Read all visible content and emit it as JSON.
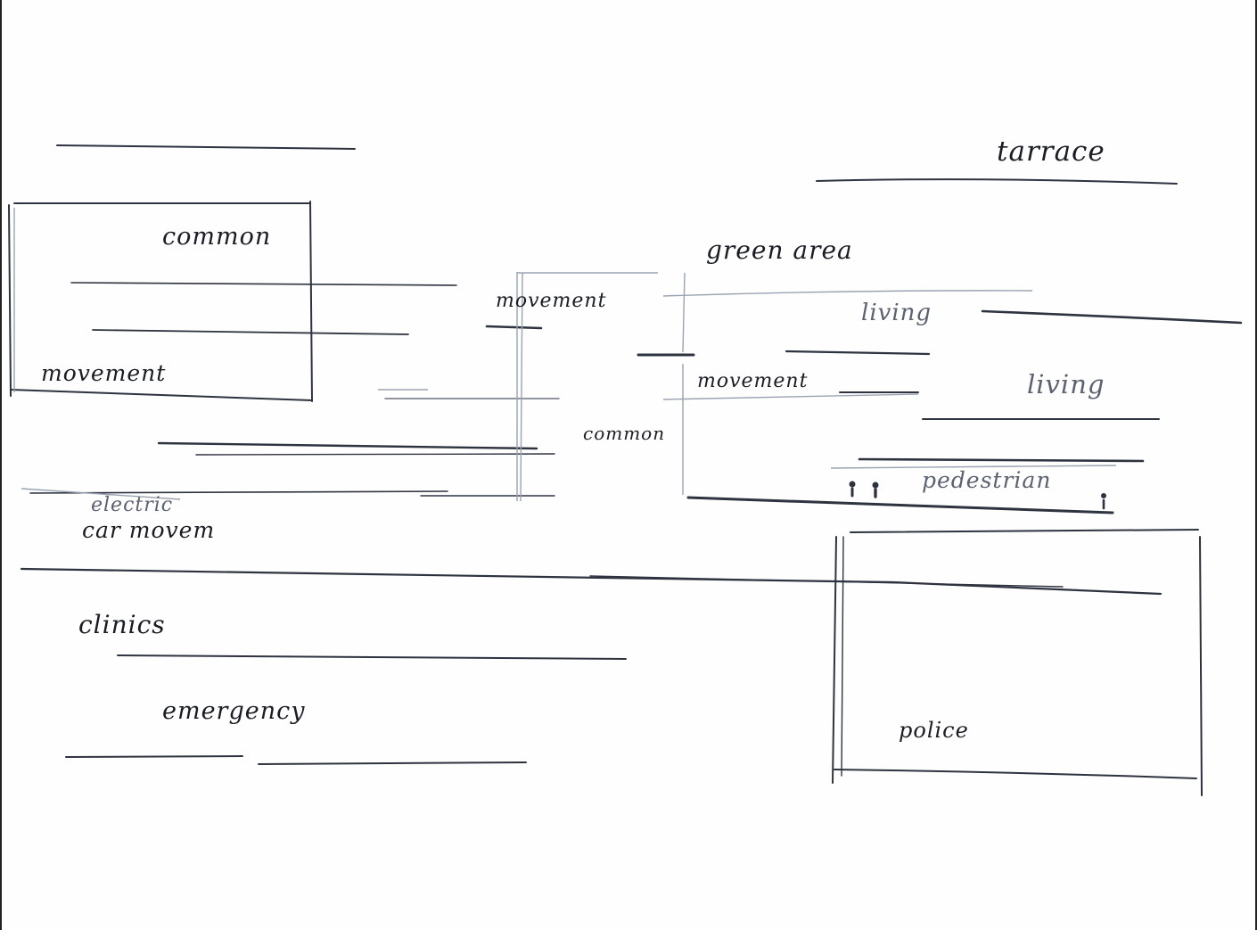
{
  "sketch": {
    "stroke_color": "#2e3340",
    "faint_stroke_color": "#9aa3b2",
    "labels": {
      "terrace": "tarrace",
      "common_top_left": "common",
      "movement_left": "movement",
      "movement_center": "movement",
      "green_area": "green area",
      "living_1": "living",
      "living_2": "living",
      "movement_right": "movement",
      "common_center": "common",
      "pedestrian": "pedestrian",
      "electric_car_line1": "electric",
      "electric_car_line2": "car movem",
      "clinics": "clinics",
      "emergency": "emergency",
      "police": "police"
    }
  }
}
